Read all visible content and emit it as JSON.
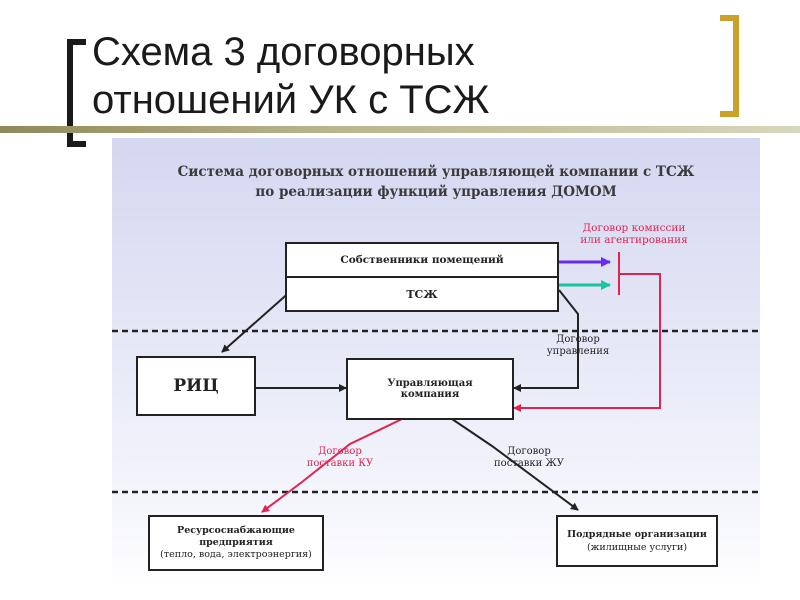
{
  "slide": {
    "title_line1": "Схема 3 договорных",
    "title_line2": "отношений УК с ТСЖ",
    "accent_color": "#c9a227"
  },
  "diagram": {
    "heading_line1": "Система договорных отношений управляющей компании с ТСЖ",
    "heading_line2": "по реализации функций управления ДОМОМ",
    "owners": "Собственники помещений",
    "hoa": "ТСЖ",
    "ric": "РИЦ",
    "uk_line1": "Управляющая",
    "uk_line2": "компания",
    "resource_line1": "Ресурсоснабжающие",
    "resource_line2": "предприятия",
    "resource_line3": "(тепло, вода, электроэнергия)",
    "contractors_line1": "Подрядные организации",
    "contractors_line2": "(жилищные услуги)",
    "commission_line1": "Договор комиссии",
    "commission_line2": "или агентирования",
    "mgmt_line1": "Договор",
    "mgmt_line2": "управления",
    "ku_line1": "Договор",
    "ku_line2": "поставки КУ",
    "zhu_line1": "Договор",
    "zhu_line2": "поставки ЖУ",
    "colors": {
      "red": "#e0234f",
      "purple": "#6a2cf0",
      "green": "#19c4a0",
      "black": "#222222"
    }
  }
}
